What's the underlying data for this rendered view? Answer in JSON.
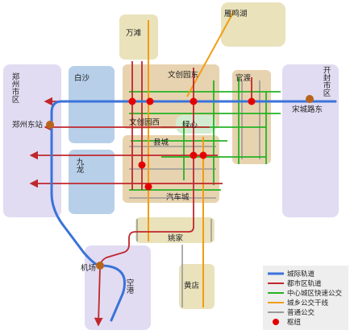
{
  "colors": {
    "intercity_rail": "#3b73d9",
    "metro_rail": "#c0272d",
    "center_rapid_bus": "#24b324",
    "urban_rural_bus": "#f39c12",
    "regular_bus": "#999999",
    "hub": "#e50000",
    "junction": "#b8651b",
    "zone_purple": "#e1dcf2",
    "zone_tan": "#e8d3b0",
    "zone_khaki": "#e9e2bb",
    "zone_blue": "#b7cfe9",
    "zone_green": "#d3ecd1",
    "zone_gray": "#eeeeee"
  },
  "places": {
    "zhengzhou_urban": "郑州市区",
    "zhengzhou_east": "郑州东站",
    "baisha": "白沙",
    "jiulong": "九龙",
    "wantan": "万滩",
    "yanminghu": "雁鸣湖",
    "wenchuangyuan_east": "文创园东",
    "wenchuangyuan_west": "文创园西",
    "guanzhuang": "官渡",
    "lvxin": "绿心",
    "county": "县城",
    "auto_city": "汽车城",
    "yaojia": "姚家",
    "airport": "机场",
    "airport_harbor": "空港",
    "huangdian": "黄店",
    "kaifeng_urban": "开封市区",
    "songcheng_east": "宋城路东"
  },
  "legend": {
    "items": [
      {
        "key": "intercity_rail",
        "label": "城际轨道"
      },
      {
        "key": "metro_rail",
        "label": "都市区轨道"
      },
      {
        "key": "center_rapid_bus",
        "label": "中心城区快速公交"
      },
      {
        "key": "urban_rural_bus",
        "label": "城乡公交干线"
      },
      {
        "key": "regular_bus",
        "label": "普通公交"
      }
    ],
    "hub_label": "枢纽"
  }
}
